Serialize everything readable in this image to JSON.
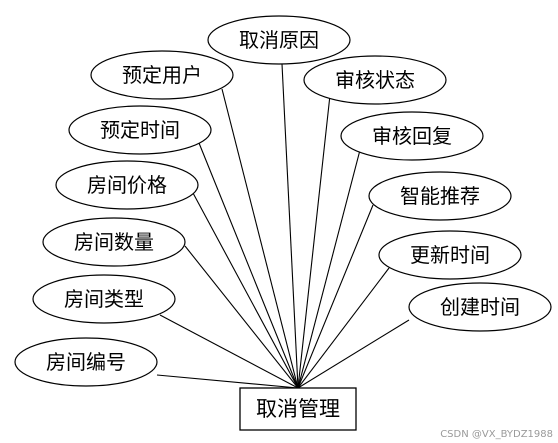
{
  "entity": {
    "label": "取消管理"
  },
  "attributes": [
    {
      "id": "cancel-reason",
      "label": "取消原因"
    },
    {
      "id": "booking-user",
      "label": "预定用户"
    },
    {
      "id": "review-status",
      "label": "审核状态"
    },
    {
      "id": "booking-time",
      "label": "预定时间"
    },
    {
      "id": "review-reply",
      "label": "审核回复"
    },
    {
      "id": "room-price",
      "label": "房间价格"
    },
    {
      "id": "smart-recommend",
      "label": "智能推荐"
    },
    {
      "id": "room-quantity",
      "label": "房间数量"
    },
    {
      "id": "update-time",
      "label": "更新时间"
    },
    {
      "id": "room-type",
      "label": "房间类型"
    },
    {
      "id": "create-time",
      "label": "创建时间"
    },
    {
      "id": "room-number",
      "label": "房间编号"
    }
  ],
  "watermark": "CSDN @VX_BYDZ1988"
}
